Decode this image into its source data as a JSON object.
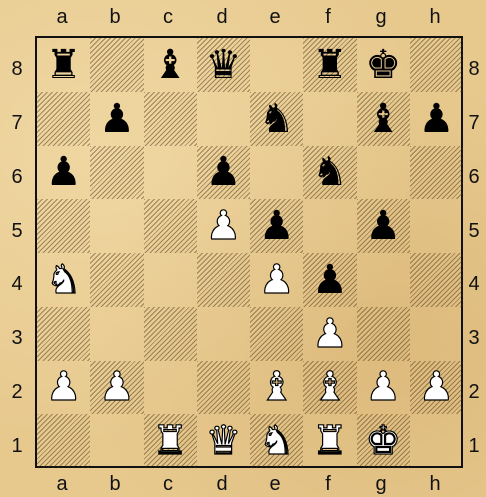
{
  "board": {
    "files": [
      "a",
      "b",
      "c",
      "d",
      "e",
      "f",
      "g",
      "h"
    ],
    "ranks": [
      "8",
      "7",
      "6",
      "5",
      "4",
      "3",
      "2",
      "1"
    ],
    "pieces": [
      {
        "square": "a8",
        "color": "black",
        "type": "rook",
        "glyph": "♜"
      },
      {
        "square": "c8",
        "color": "black",
        "type": "bishop",
        "glyph": "♝"
      },
      {
        "square": "d8",
        "color": "black",
        "type": "queen",
        "glyph": "♛"
      },
      {
        "square": "f8",
        "color": "black",
        "type": "rook",
        "glyph": "♜"
      },
      {
        "square": "g8",
        "color": "black",
        "type": "king",
        "glyph": "♚"
      },
      {
        "square": "b7",
        "color": "black",
        "type": "pawn",
        "glyph": "♟"
      },
      {
        "square": "e7",
        "color": "black",
        "type": "knight",
        "glyph": "♞"
      },
      {
        "square": "g7",
        "color": "black",
        "type": "bishop",
        "glyph": "♝"
      },
      {
        "square": "h7",
        "color": "black",
        "type": "pawn",
        "glyph": "♟"
      },
      {
        "square": "a6",
        "color": "black",
        "type": "pawn",
        "glyph": "♟"
      },
      {
        "square": "d6",
        "color": "black",
        "type": "pawn",
        "glyph": "♟"
      },
      {
        "square": "f6",
        "color": "black",
        "type": "knight",
        "glyph": "♞"
      },
      {
        "square": "d5",
        "color": "white",
        "type": "pawn",
        "glyph": "♟"
      },
      {
        "square": "e5",
        "color": "black",
        "type": "pawn",
        "glyph": "♟"
      },
      {
        "square": "g5",
        "color": "black",
        "type": "pawn",
        "glyph": "♟"
      },
      {
        "square": "a4",
        "color": "white",
        "type": "knight",
        "glyph": "♞"
      },
      {
        "square": "e4",
        "color": "white",
        "type": "pawn",
        "glyph": "♟"
      },
      {
        "square": "f4",
        "color": "black",
        "type": "pawn",
        "glyph": "♟"
      },
      {
        "square": "f3",
        "color": "white",
        "type": "pawn",
        "glyph": "♟"
      },
      {
        "square": "a2",
        "color": "white",
        "type": "pawn",
        "glyph": "♟"
      },
      {
        "square": "b2",
        "color": "white",
        "type": "pawn",
        "glyph": "♟"
      },
      {
        "square": "e2",
        "color": "white",
        "type": "bishop",
        "glyph": "♝"
      },
      {
        "square": "f2",
        "color": "white",
        "type": "bishop",
        "glyph": "♝"
      },
      {
        "square": "g2",
        "color": "white",
        "type": "pawn",
        "glyph": "♟"
      },
      {
        "square": "h2",
        "color": "white",
        "type": "pawn",
        "glyph": "♟"
      },
      {
        "square": "c1",
        "color": "white",
        "type": "rook",
        "glyph": "♜"
      },
      {
        "square": "d1",
        "color": "white",
        "type": "queen",
        "glyph": "♛"
      },
      {
        "square": "e1",
        "color": "white",
        "type": "knight",
        "glyph": "♞"
      },
      {
        "square": "f1",
        "color": "white",
        "type": "rook",
        "glyph": "♜"
      },
      {
        "square": "g1",
        "color": "white",
        "type": "king",
        "glyph": "♚"
      }
    ]
  },
  "colors": {
    "background": "#e7c98e",
    "hatch": "#3c280a",
    "border": "#111111"
  }
}
